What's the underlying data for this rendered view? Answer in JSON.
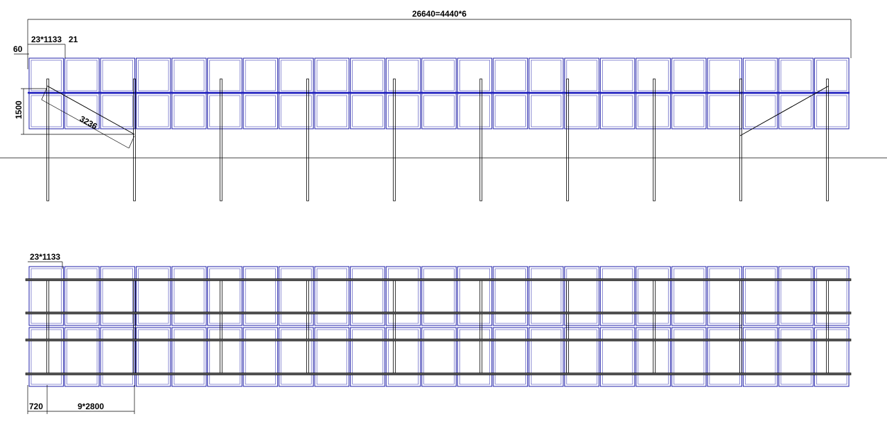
{
  "dimensions": {
    "overall_width": "26640=4440*6",
    "panel_spec_top": "23*1133",
    "gap": "21",
    "offset": "60",
    "height": "1500",
    "brace_length": "3236",
    "panel_spec_bottom": "23*1133",
    "end_offset": "720",
    "post_spacing": "9*2800"
  },
  "layout": {
    "panels_per_row": 23,
    "panel_rows": 2,
    "post_count": 10,
    "rail_count": 4
  },
  "colors": {
    "panel": "#1f1fa8",
    "rail_front": "#2020c0",
    "structure": "#000000",
    "dimension": "#000000"
  }
}
